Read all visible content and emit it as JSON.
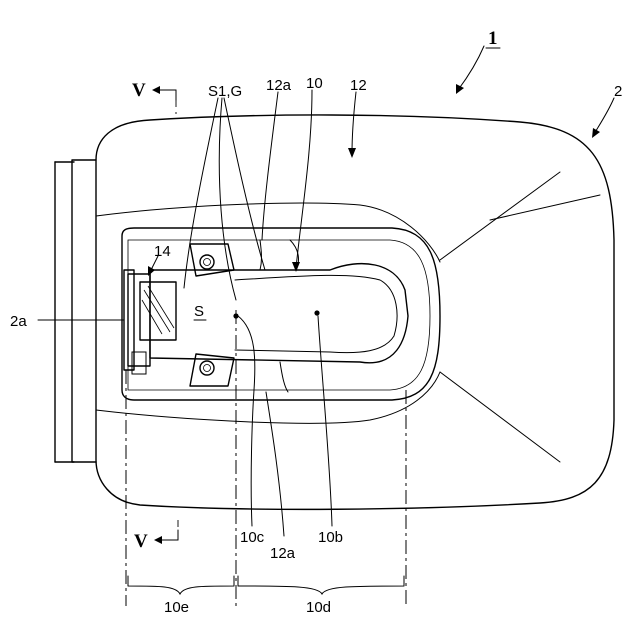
{
  "figure": {
    "labels": {
      "assembly": "1",
      "body": "2",
      "body_flange": "2a",
      "section_mark_top": "V",
      "section_mark_bottom": "V",
      "swirl_ref": "S1,G",
      "edge_top": "12a",
      "edge_bottom": "12a",
      "insert": "10",
      "cover": "12",
      "part_14": "14",
      "space": "S",
      "point_c": "10c",
      "point_b": "10b",
      "range_e": "10e",
      "range_d": "10d"
    }
  }
}
